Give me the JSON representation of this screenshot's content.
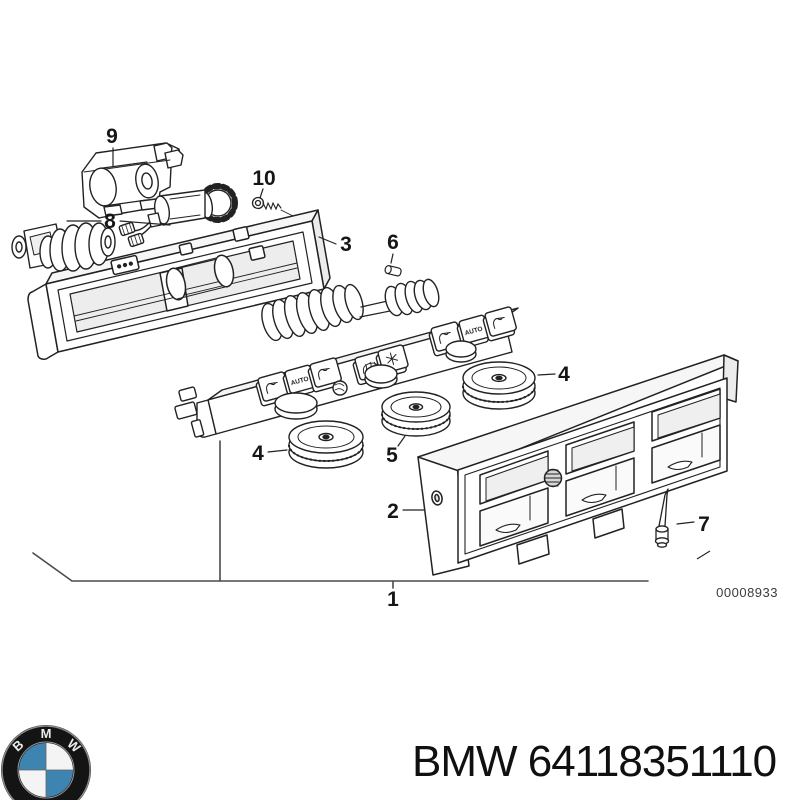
{
  "diagram": {
    "code": "00008933",
    "callouts": {
      "c1": "1",
      "c2": "2",
      "c3": "3",
      "c4_left": "4",
      "c4_right": "4",
      "c5": "5",
      "c6": "6",
      "c7": "7",
      "c8": "8",
      "c9": "9",
      "c10": "10"
    },
    "switch_labels": {
      "auto_left": "AUTO",
      "auto_right": "AUTO"
    },
    "icons": [
      "seat-heat-icon",
      "defrost-icon",
      "fan-icon",
      "screw-icon",
      "gear-motor-icon"
    ]
  },
  "footer": {
    "brand_text": "BMW 64118351110",
    "logo_letters": [
      "B",
      "M",
      "W"
    ]
  },
  "colors": {
    "background": "#ffffff",
    "line": "#222222",
    "code_text": "#3c3c3c",
    "logo_blue": "#3d84b0",
    "logo_ring": "#141414"
  }
}
